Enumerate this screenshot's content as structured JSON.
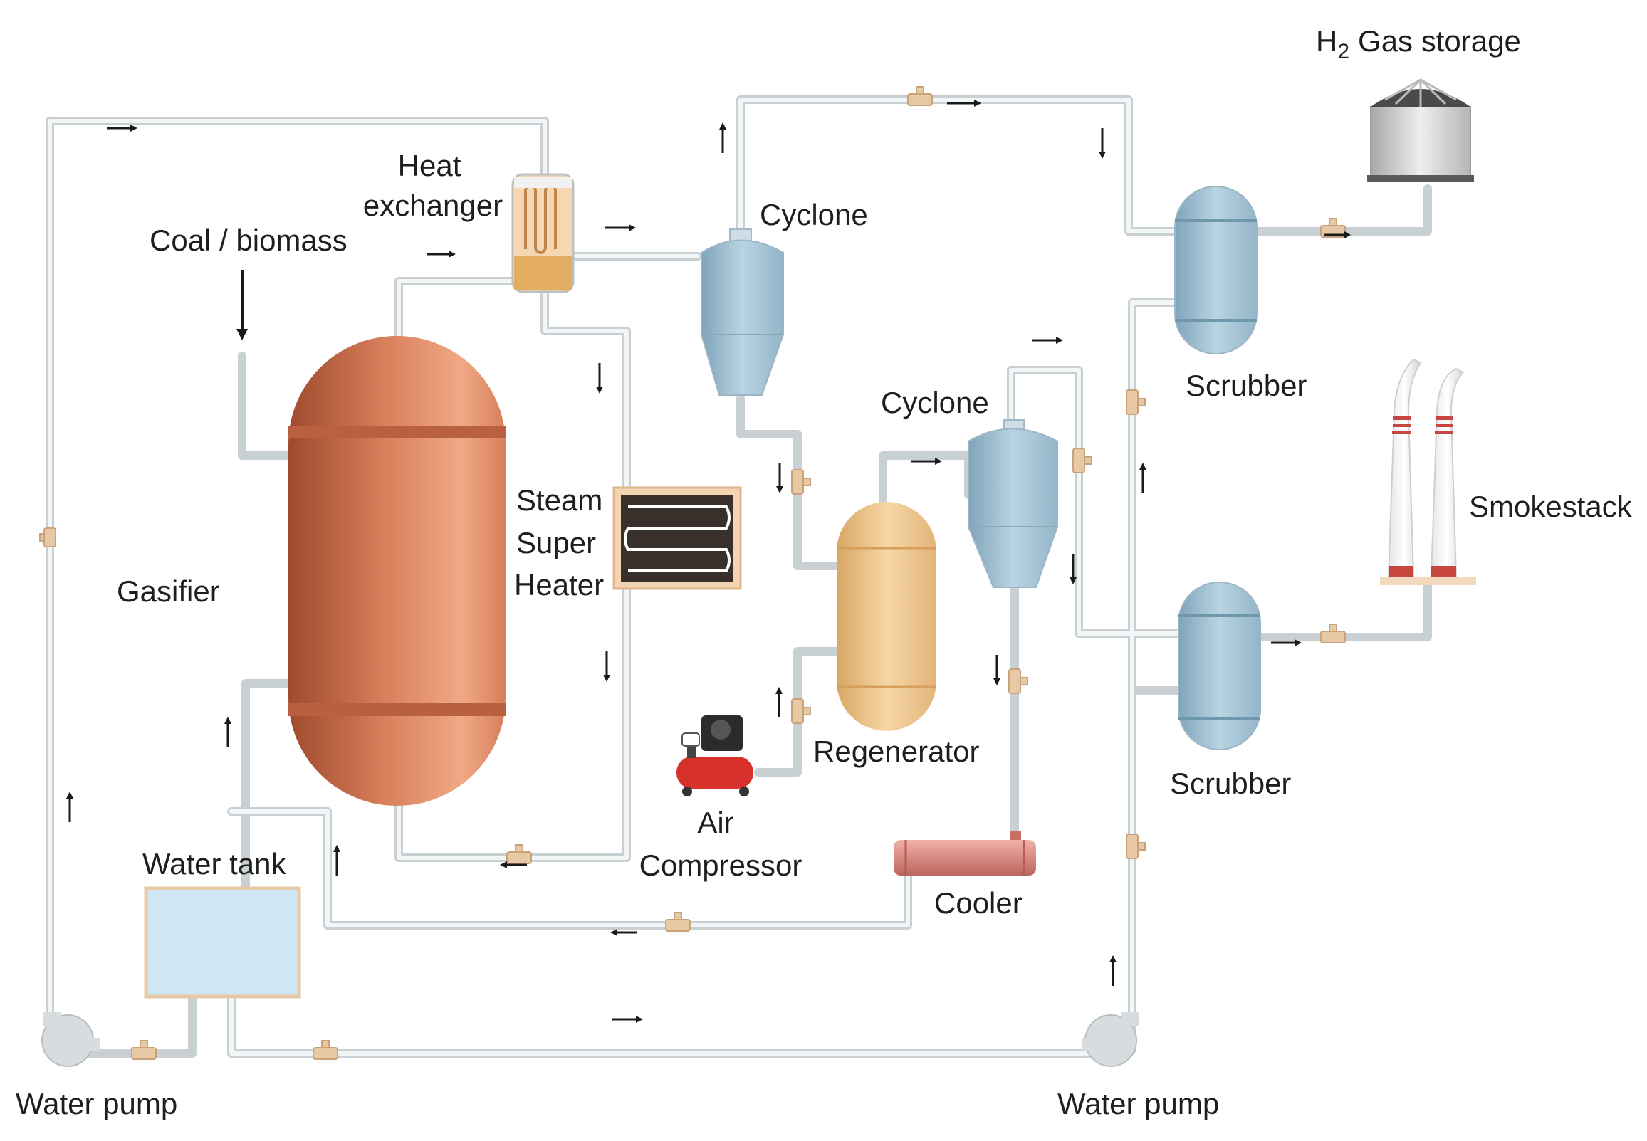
{
  "labels": {
    "h2_gas_storage": "Gas storage",
    "h2_symbol": "H",
    "h2_subscript": "2",
    "heat_exchanger_line1": "Heat",
    "heat_exchanger_line2": "exchanger",
    "coal_biomass": "Coal / biomass",
    "cyclone_top": "Cyclone",
    "cyclone_mid": "Cyclone",
    "scrubber_top": "Scrubber",
    "scrubber_bottom": "Scrubber",
    "smokestack": "Smokestack",
    "gasifier": "Gasifier",
    "steam_line1": "Steam",
    "steam_line2": "Super",
    "steam_line3": "Heater",
    "regenerator": "Regenerator",
    "air_line1": "Air",
    "air_line2": "Compressor",
    "water_tank": "Water tank",
    "cooler": "Cooler",
    "water_pump_left": "Water pump",
    "water_pump_right": "Water pump"
  },
  "colors": {
    "gasifier": "#d9805c",
    "cyclone": "#a9c7d8",
    "scrubber": "#b7d3e0",
    "regenerator": "#f0c98f",
    "water_tank": "#cfe6f5",
    "cooler": "#d88a82",
    "compressor": "#d6312b",
    "valve": "#e8c9a6",
    "pipe": "#c9d0d4"
  }
}
